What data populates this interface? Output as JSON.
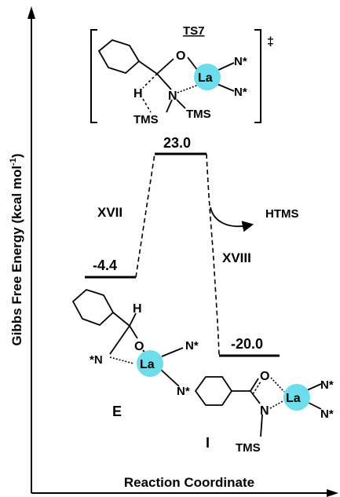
{
  "axes": {
    "y_label": "Gibbs Free Energy (kcal mol",
    "y_label_sup": "-1",
    "y_label_close": ")",
    "x_label": "Reaction Coordinate"
  },
  "levels": {
    "reactant_value": "-4.4",
    "ts_value": "23.0",
    "product_value": "-20.0"
  },
  "steps": {
    "step1": "XVII",
    "step2": "XVIII",
    "byproduct": "HTMS"
  },
  "ts": {
    "label": "TS7",
    "dagger": "‡",
    "label_color": "#1f2fb5",
    "atoms": {
      "O": "O",
      "La": "La",
      "N1": "N*",
      "N2": "N*",
      "H": "H",
      "N": "N",
      "TMS1": "TMS",
      "TMS2": "TMS"
    }
  },
  "E": {
    "label": "E",
    "atoms": {
      "H": "H",
      "O": "O",
      "N_left": "*N",
      "La": "La",
      "N1": "N*",
      "N2": "N*"
    }
  },
  "I": {
    "label": "I",
    "atoms": {
      "O": "O",
      "N": "N",
      "La": "La",
      "N1": "N*",
      "N2": "N*",
      "TMS": "TMS"
    }
  },
  "colors": {
    "oxygen": "#e8202a",
    "lanthanum_highlight": "#6fdcec",
    "ink": "#000000"
  }
}
